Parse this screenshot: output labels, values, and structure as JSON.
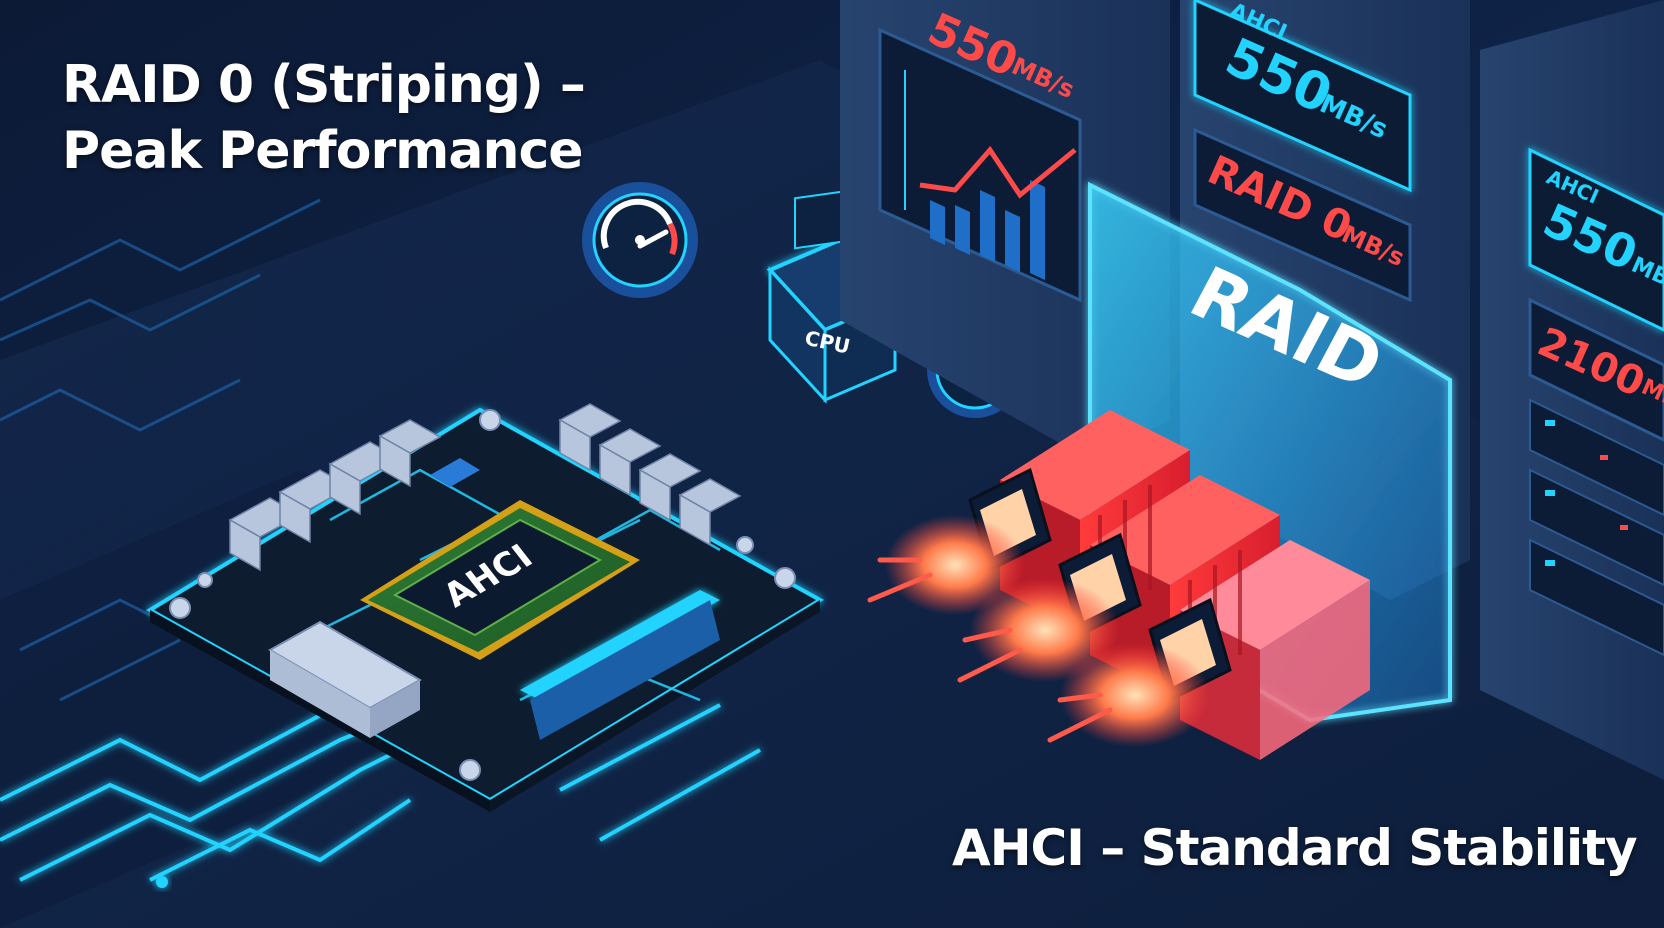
{
  "headline": {
    "line1": "RAID 0 (Striping) –",
    "line2": "Peak Performance"
  },
  "subheadline": "AHCI – Standard Stability",
  "board": {
    "chip_label": "AHCI",
    "cpu_label": "CPU"
  },
  "raid_panel": {
    "label": "RAID"
  },
  "server_screens": {
    "screen1_speed": "550",
    "screen1_unit": "MB/s",
    "screen2_mode": "AHCI",
    "screen2_speed": "550",
    "screen2_unit": "MB/s",
    "screen3_label": "RAID 0",
    "screen3_unit": "MB/s",
    "screen4_mode": "AHCI",
    "screen4_speed": "550",
    "screen4_unit": "MB/s",
    "screen5_speed": "2100",
    "screen5_unit": "MB/s"
  },
  "colors": {
    "background": "#0b1730",
    "accent_cyan": "#22d3ff",
    "accent_red": "#ff4a4a",
    "panel_blue": "#1d3a66"
  },
  "icons": [
    "speedometer-icon",
    "cpu-chip-icon"
  ]
}
